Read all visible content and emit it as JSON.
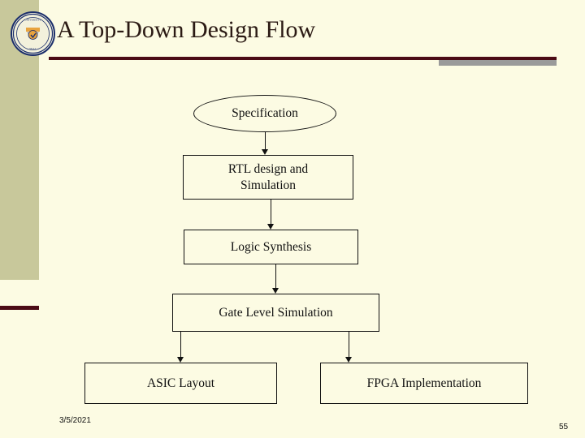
{
  "slide": {
    "title": "A Top-Down Design Flow",
    "background_color": "#FCFBE3",
    "accent_color": "#4B0B15",
    "band_color": "#C8C89B"
  },
  "logo": {
    "name": "university-seal-logo"
  },
  "diagram": {
    "type": "flowchart",
    "nodes": [
      {
        "id": "specification",
        "label": "Specification",
        "shape": "ellipse"
      },
      {
        "id": "rtl-design",
        "label": "RTL design and Simulation",
        "shape": "rect"
      },
      {
        "id": "logic-synthesis",
        "label": "Logic Synthesis",
        "shape": "rect"
      },
      {
        "id": "gate-level-simulation",
        "label": "Gate Level Simulation",
        "shape": "rect"
      },
      {
        "id": "asic-layout",
        "label": "ASIC Layout",
        "shape": "rect"
      },
      {
        "id": "fpga-implementation",
        "label": "FPGA Implementation",
        "shape": "rect"
      }
    ],
    "edges": [
      {
        "from": "specification",
        "to": "rtl-design"
      },
      {
        "from": "rtl-design",
        "to": "logic-synthesis"
      },
      {
        "from": "logic-synthesis",
        "to": "gate-level-simulation"
      },
      {
        "from": "gate-level-simulation",
        "to": "asic-layout"
      },
      {
        "from": "gate-level-simulation",
        "to": "fpga-implementation"
      }
    ]
  },
  "footer": {
    "date": "3/5/2021",
    "page_number": "55"
  }
}
